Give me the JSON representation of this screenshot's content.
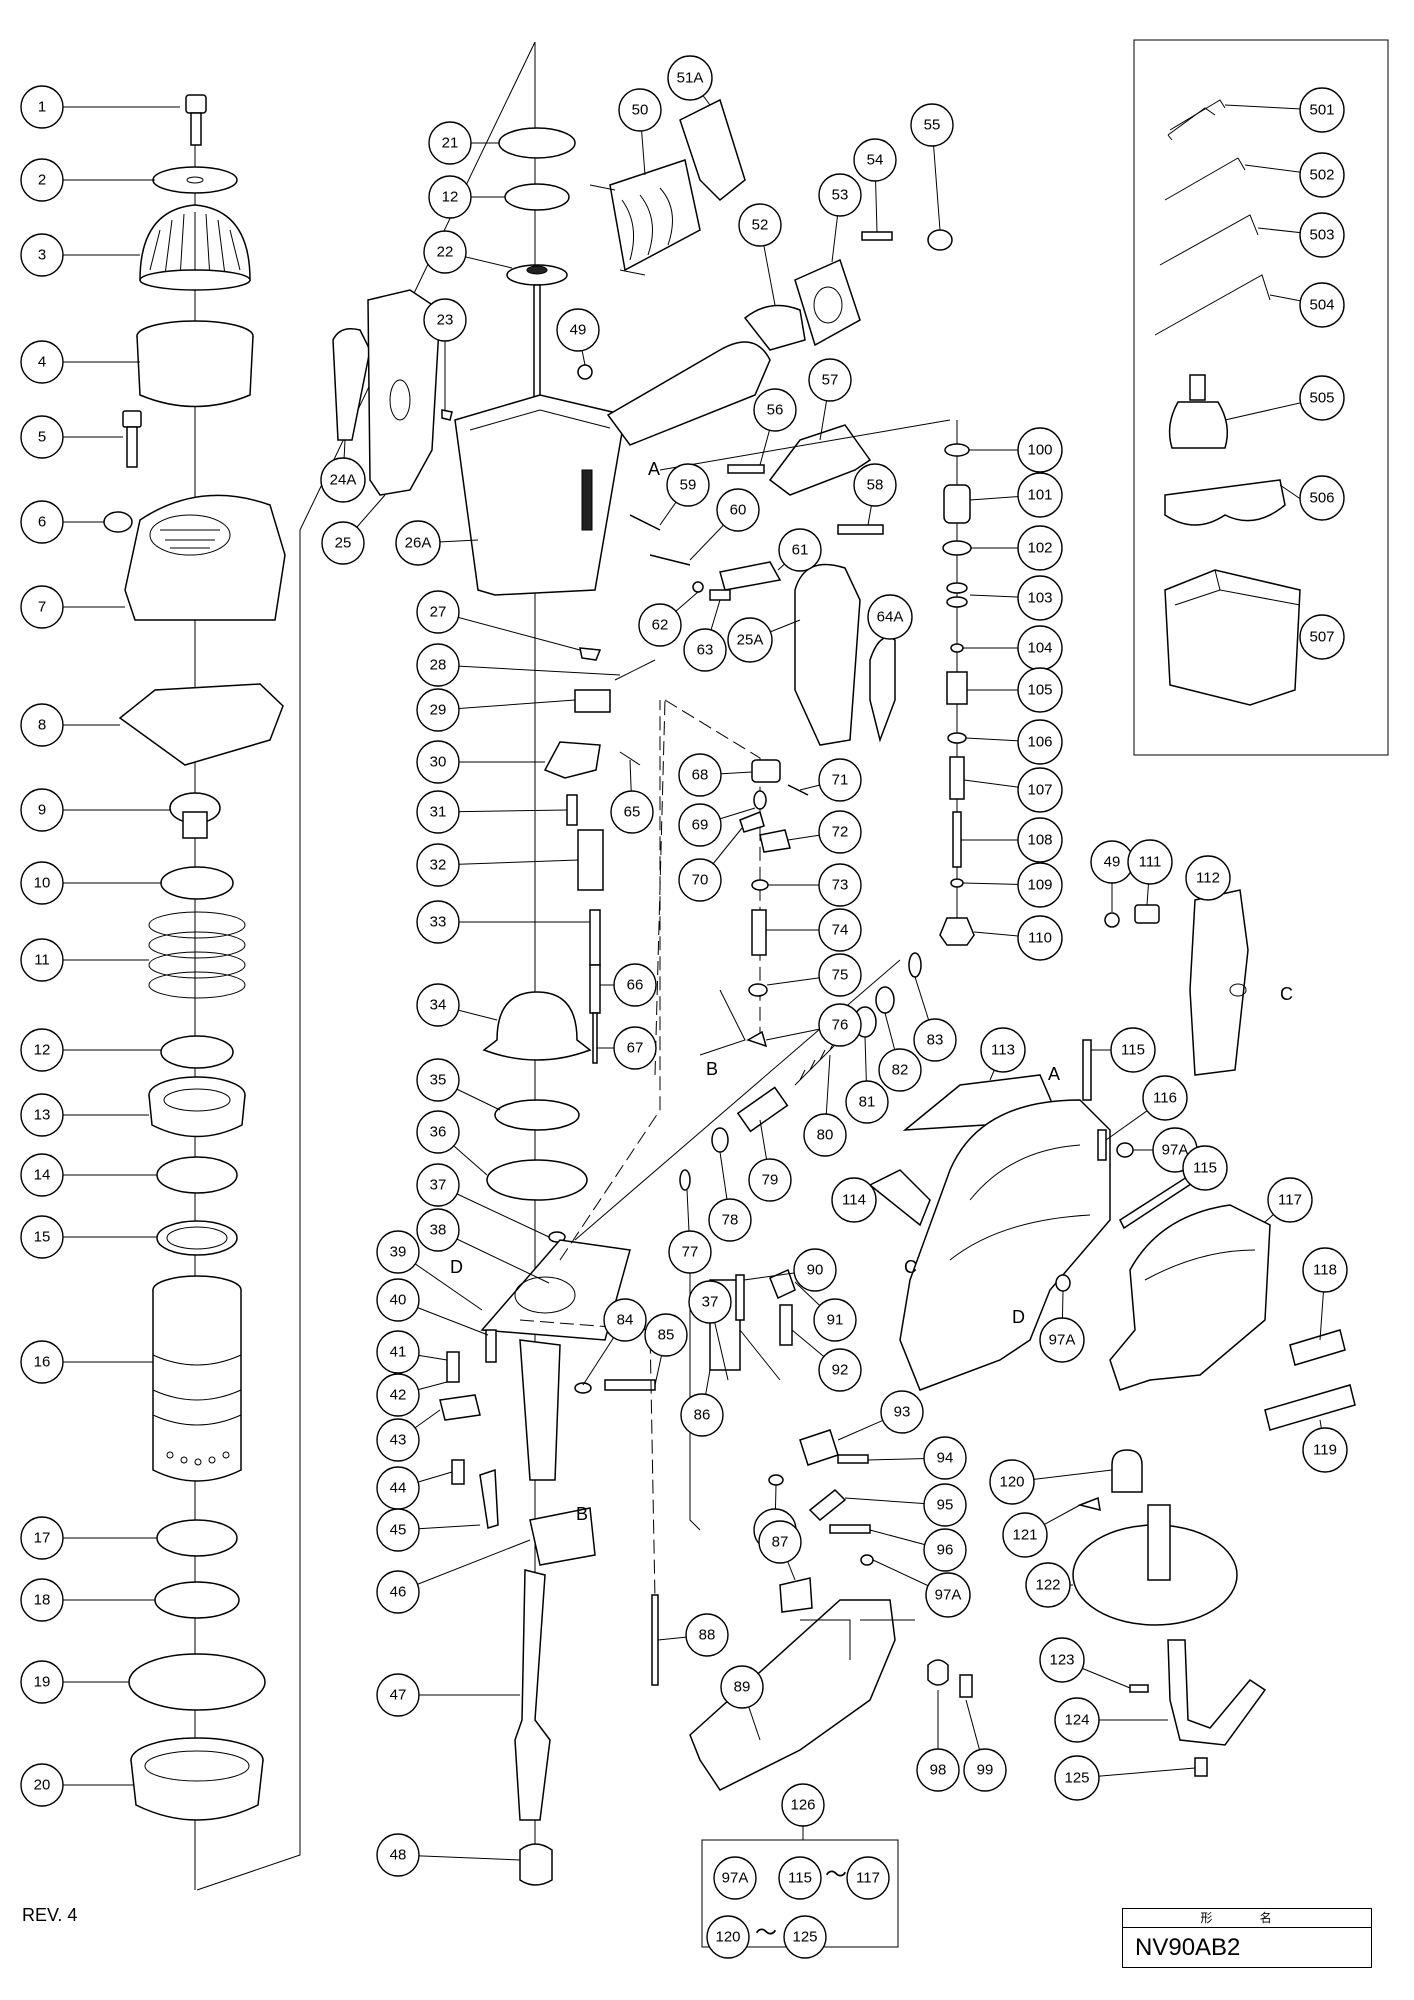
{
  "drawing": {
    "revision": "REV. 4",
    "model_header": "形 名",
    "model": "NV90AB2",
    "reference_letters": [
      "A",
      "B",
      "C",
      "D"
    ],
    "group_label": "126",
    "group_ranges": [
      {
        "from": "97A",
        "to": ""
      },
      {
        "from": "115",
        "to": "117"
      },
      {
        "from": "120",
        "to": "125"
      }
    ],
    "callouts": [
      "1",
      "2",
      "3",
      "4",
      "5",
      "6",
      "7",
      "8",
      "9",
      "10",
      "11",
      "12",
      "13",
      "14",
      "15",
      "16",
      "17",
      "18",
      "19",
      "20",
      "21",
      "22",
      "23",
      "24A",
      "25",
      "25A",
      "26A",
      "27",
      "28",
      "29",
      "30",
      "31",
      "32",
      "33",
      "34",
      "35",
      "36",
      "37",
      "38",
      "39",
      "40",
      "41",
      "42",
      "43",
      "44",
      "45",
      "46",
      "47",
      "48",
      "49",
      "50",
      "51A",
      "52",
      "53",
      "54",
      "55",
      "56",
      "57",
      "58",
      "59",
      "60",
      "61",
      "62",
      "63",
      "64A",
      "65",
      "66",
      "67",
      "68",
      "69",
      "70",
      "71",
      "72",
      "73",
      "74",
      "75",
      "76",
      "77",
      "78",
      "79",
      "80",
      "81",
      "82",
      "83",
      "84",
      "85",
      "86",
      "87",
      "88",
      "89",
      "90",
      "91",
      "92",
      "93",
      "94",
      "95",
      "96",
      "97A",
      "98",
      "99",
      "100",
      "101",
      "102",
      "103",
      "104",
      "105",
      "106",
      "107",
      "108",
      "109",
      "110",
      "111",
      "112",
      "113",
      "114",
      "115",
      "116",
      "117",
      "118",
      "119",
      "120",
      "121",
      "122",
      "123",
      "124",
      "125",
      "501",
      "502",
      "503",
      "504",
      "505",
      "506",
      "507"
    ]
  }
}
